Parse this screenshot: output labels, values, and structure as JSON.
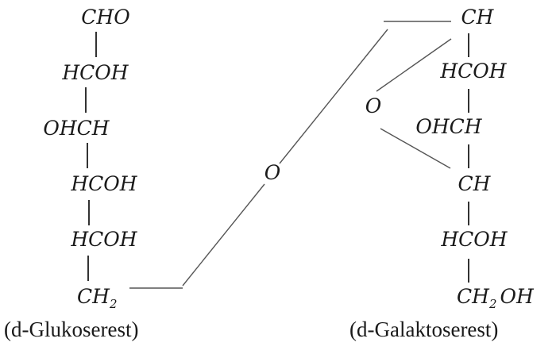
{
  "left_chain": {
    "groups": [
      "CHO",
      "HCOH",
      "OHCH",
      "HCOH",
      "HCOH"
    ],
    "terminal": {
      "main": "CH",
      "sub": "2"
    },
    "label": "(d-Glukoserest)"
  },
  "bridge_oxygen": "O",
  "right_chain": {
    "groups": [
      "CH",
      "HCOH",
      "OHCH",
      "CH",
      "HCOH"
    ],
    "terminal": {
      "main": "CH",
      "sub": "2",
      "tail": "OH"
    },
    "ring_oxygen": "O",
    "label": "(d-Galaktoserest)"
  }
}
